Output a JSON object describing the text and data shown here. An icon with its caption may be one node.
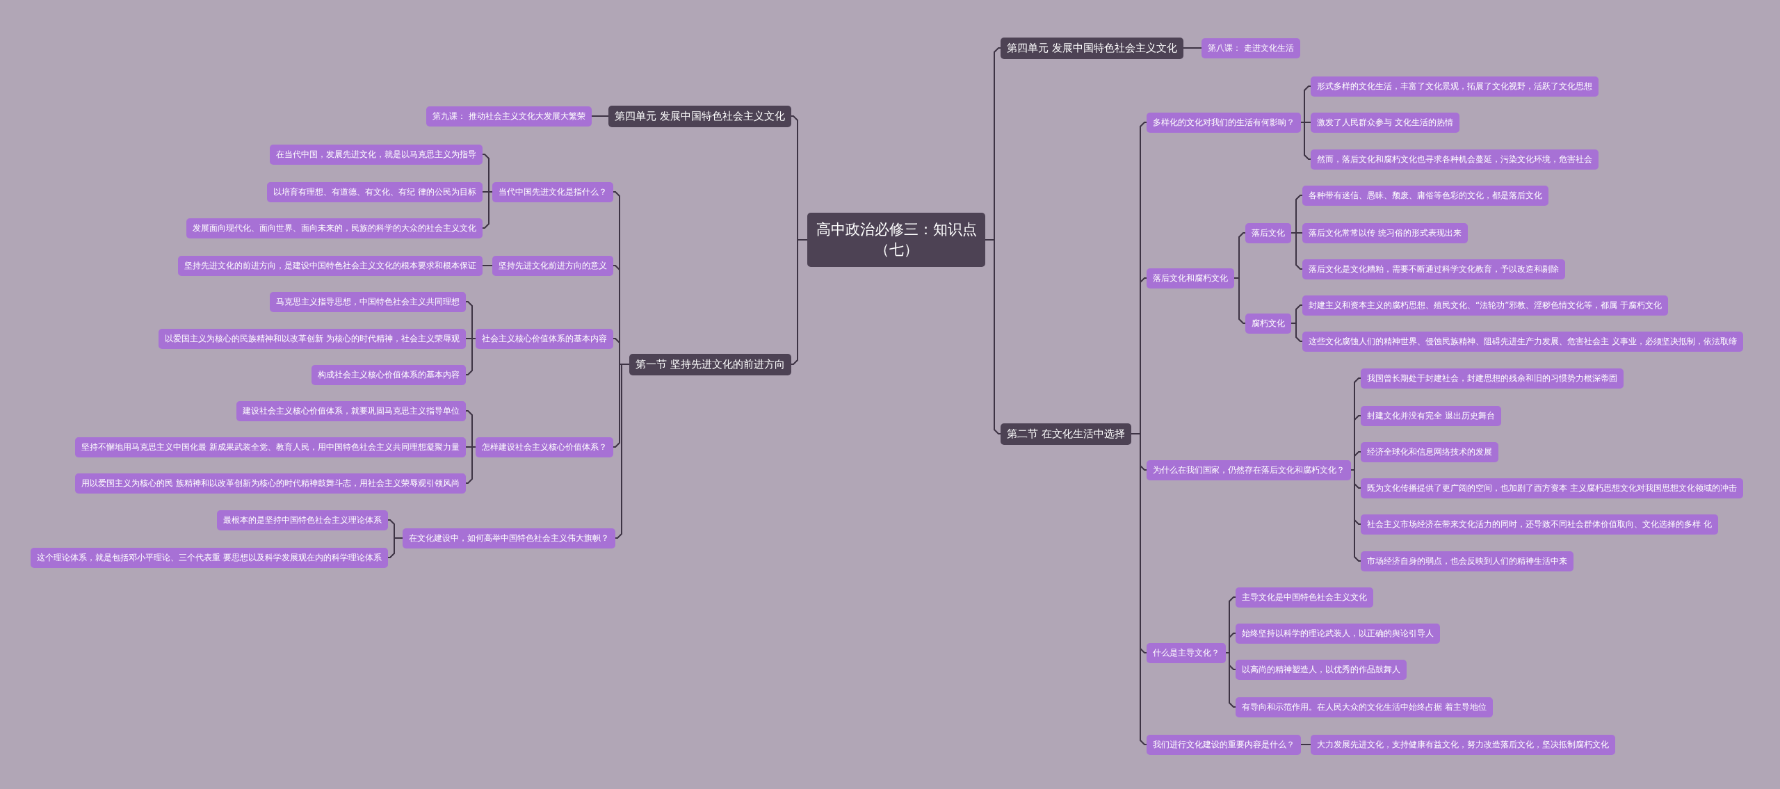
{
  "diagram": {
    "nodes": [
      {
        "text": [
          "高中政治必修三：知识点（七）"
        ]
      },
      {
        "text": [
          "第四单元 发展中国特色社会主义文化"
        ]
      },
      {
        "text": [
          "第九课： 推动社会主义文化大发展大繁荣"
        ]
      },
      {
        "text": [
          "第一节 坚持先进文化的前进方向"
        ]
      },
      {
        "text": [
          "当代中国先进文化是指什么？"
        ]
      },
      {
        "text": [
          "在当代中国，发展先进文化，就是以马克思主义为指导"
        ]
      },
      {
        "text": [
          "以培育有理想、有道德、有文化、有纪 律的公民为目标"
        ]
      },
      {
        "text": [
          "发展面向现代化、面向世界、面向未来的，民族的科学的大众的社会主义文化"
        ]
      },
      {
        "text": [
          "坚持先进文化前进方向的意义"
        ]
      },
      {
        "text": [
          "坚持先进文化的前进方向，是建设中国特色社会主义文化的根本要求和根本保证"
        ]
      },
      {
        "text": [
          "社会主义核心价值体系的基本内容"
        ]
      },
      {
        "text": [
          "马克思主义指导思想，中国特色社会主义共同理想"
        ]
      },
      {
        "text": [
          "以爱国主义为核心的民族精神和以改革创新 为核心的时代精神，社会主义荣辱观"
        ]
      },
      {
        "text": [
          "构成社会主义核心价值体系的基本内容"
        ]
      },
      {
        "text": [
          "怎样建设社会主义核心价值体系？"
        ]
      },
      {
        "text": [
          "建设社会主义核心价值体系，就要巩固马克思主义指导单位"
        ]
      },
      {
        "text": [
          "坚持不懈地用马克思主义中国化最 新成果武装全党、教育人民，用中国特色社会主义共同理想凝聚力量"
        ]
      },
      {
        "text": [
          "用以爱国主义为核心的民 族精神和以改革创新为核心的时代精神鼓舞斗志，用社会主义荣辱观引领风尚"
        ]
      },
      {
        "text": [
          "在文化建设中，如何高举中国特色社会主义伟大旗帜？"
        ]
      },
      {
        "text": [
          "最根本的是坚持中国特色社会主义理论体系"
        ]
      },
      {
        "text": [
          "这个理论体系，就是包括邓小平理论、三个代表重 要思想以及科学发展观在内的科学理论体系"
        ]
      },
      {
        "text": [
          "第四单元 发展中国特色社会主义文化"
        ]
      },
      {
        "text": [
          "第八课： 走进文化生活"
        ]
      },
      {
        "text": [
          "第二节 在文化生活中选择"
        ]
      },
      {
        "text": [
          "多样化的文化对我们的生活有何影响？"
        ]
      },
      {
        "text": [
          "形式多样的文化生活，丰富了文化景观，拓展了文化视野，活跃了文化思想"
        ]
      },
      {
        "text": [
          "激发了人民群众参与 文化生活的热情"
        ]
      },
      {
        "text": [
          "然而，落后文化和腐朽文化也寻求各种机会蔓延，污染文化环境，危害社会"
        ]
      },
      {
        "text": [
          "落后文化和腐朽文化"
        ]
      },
      {
        "text": [
          "落后文化"
        ]
      },
      {
        "text": [
          "各种带有迷信、愚昧、颓废、庸俗等色彩的文化，都是落后文化"
        ]
      },
      {
        "text": [
          "落后文化常常以传 统习俗的形式表现出来"
        ]
      },
      {
        "text": [
          "落后文化是文化糟粕，需要不断通过科学文化教育，予以改造和剔除"
        ]
      },
      {
        "text": [
          "腐朽文化"
        ]
      },
      {
        "text": [
          "封建主义和资本主义的腐朽思想、殖民文化、“法轮功”邪教、淫秽色情文化等，都属 于腐朽文化"
        ]
      },
      {
        "text": [
          "这些文化腐蚀人们的精神世界、侵蚀民族精神、阻碍先进生产力发展、危害社会主 义事业，必须坚决抵制，依法取缔"
        ]
      },
      {
        "text": [
          "为什么在我们国家，仍然存在落后文化和腐朽文化？"
        ]
      },
      {
        "text": [
          "我国曾长期处于封建社会，封建思想的残余和旧的习惯势力根深蒂固"
        ]
      },
      {
        "text": [
          "封建文化并没有完全 退出历史舞台"
        ]
      },
      {
        "text": [
          "经济全球化和信息网络技术的发展"
        ]
      },
      {
        "text": [
          "既为文化传播提供了更广阔的空间，也加剧了西方资本 主义腐朽思想文化对我国思想文化领域的冲击"
        ]
      },
      {
        "text": [
          "社会主义市场经济在带来文化活力的同时，还导致不同社会群体价值取向、文化选择的多样 化"
        ]
      },
      {
        "text": [
          "市场经济自身的弱点，也会反映到人们的精神生活中来"
        ]
      },
      {
        "text": [
          "什么是主导文化？"
        ]
      },
      {
        "text": [
          "主导文化是中国特色社会主义文化"
        ]
      },
      {
        "text": [
          "始终坚持以科学的理论武装人，以正确的舆论引导人"
        ]
      },
      {
        "text": [
          "以高尚的精神塑造人，以优秀的作品鼓舞人"
        ]
      },
      {
        "text": [
          "有导向和示范作用。在人民大众的文化生活中始终占据 着主导地位"
        ]
      },
      {
        "text": [
          "我们进行文化建设的重要内容是什么？"
        ]
      },
      {
        "text": [
          "大力发展先进文化，支持健康有益文化，努力改造落后文化，坚决抵制腐朽文化"
        ]
      }
    ],
    "edges": [
      {
        "from": 0,
        "to": 1,
        "arrow": "none"
      },
      {
        "from": 1,
        "to": 2,
        "arrow": "none"
      },
      {
        "from": 0,
        "to": 3,
        "arrow": "none"
      },
      {
        "from": 3,
        "to": 4,
        "arrow": "none"
      },
      {
        "from": 4,
        "to": 5,
        "arrow": "none"
      },
      {
        "from": 4,
        "to": 6,
        "arrow": "none"
      },
      {
        "from": 4,
        "to": 7,
        "arrow": "none"
      },
      {
        "from": 3,
        "to": 8,
        "arrow": "none"
      },
      {
        "from": 8,
        "to": 9,
        "arrow": "none"
      },
      {
        "from": 3,
        "to": 10,
        "arrow": "none"
      },
      {
        "from": 10,
        "to": 11,
        "arrow": "none"
      },
      {
        "from": 10,
        "to": 12,
        "arrow": "none"
      },
      {
        "from": 10,
        "to": 13,
        "arrow": "none"
      },
      {
        "from": 3,
        "to": 14,
        "arrow": "none"
      },
      {
        "from": 14,
        "to": 15,
        "arrow": "none"
      },
      {
        "from": 14,
        "to": 16,
        "arrow": "none"
      },
      {
        "from": 14,
        "to": 17,
        "arrow": "none"
      },
      {
        "from": 3,
        "to": 18,
        "arrow": "none"
      },
      {
        "from": 18,
        "to": 19,
        "arrow": "none"
      },
      {
        "from": 18,
        "to": 20,
        "arrow": "none"
      },
      {
        "from": 0,
        "to": 21,
        "arrow": "none"
      },
      {
        "from": 21,
        "to": 22,
        "arrow": "none"
      },
      {
        "from": 0,
        "to": 23,
        "arrow": "none"
      },
      {
        "from": 23,
        "to": 24,
        "arrow": "none"
      },
      {
        "from": 24,
        "to": 25,
        "arrow": "none"
      },
      {
        "from": 24,
        "to": 26,
        "arrow": "none"
      },
      {
        "from": 24,
        "to": 27,
        "arrow": "none"
      },
      {
        "from": 23,
        "to": 28,
        "arrow": "none"
      },
      {
        "from": 28,
        "to": 29,
        "arrow": "none"
      },
      {
        "from": 29,
        "to": 30,
        "arrow": "none"
      },
      {
        "from": 29,
        "to": 31,
        "arrow": "none"
      },
      {
        "from": 29,
        "to": 32,
        "arrow": "none"
      },
      {
        "from": 28,
        "to": 33,
        "arrow": "none"
      },
      {
        "from": 33,
        "to": 34,
        "arrow": "none"
      },
      {
        "from": 33,
        "to": 35,
        "arrow": "none"
      },
      {
        "from": 23,
        "to": 36,
        "arrow": "none"
      },
      {
        "from": 36,
        "to": 37,
        "arrow": "none"
      },
      {
        "from": 36,
        "to": 38,
        "arrow": "none"
      },
      {
        "from": 36,
        "to": 39,
        "arrow": "none"
      },
      {
        "from": 36,
        "to": 40,
        "arrow": "none"
      },
      {
        "from": 36,
        "to": 41,
        "arrow": "none"
      },
      {
        "from": 36,
        "to": 42,
        "arrow": "none"
      },
      {
        "from": 23,
        "to": 43,
        "arrow": "none"
      },
      {
        "from": 43,
        "to": 44,
        "arrow": "none"
      },
      {
        "from": 43,
        "to": 45,
        "arrow": "none"
      },
      {
        "from": 43,
        "to": 46,
        "arrow": "none"
      },
      {
        "from": 43,
        "to": 47,
        "arrow": "none"
      },
      {
        "from": 23,
        "to": 48,
        "arrow": "none"
      },
      {
        "from": 48,
        "to": 49,
        "arrow": "none"
      }
    ]
  }
}
